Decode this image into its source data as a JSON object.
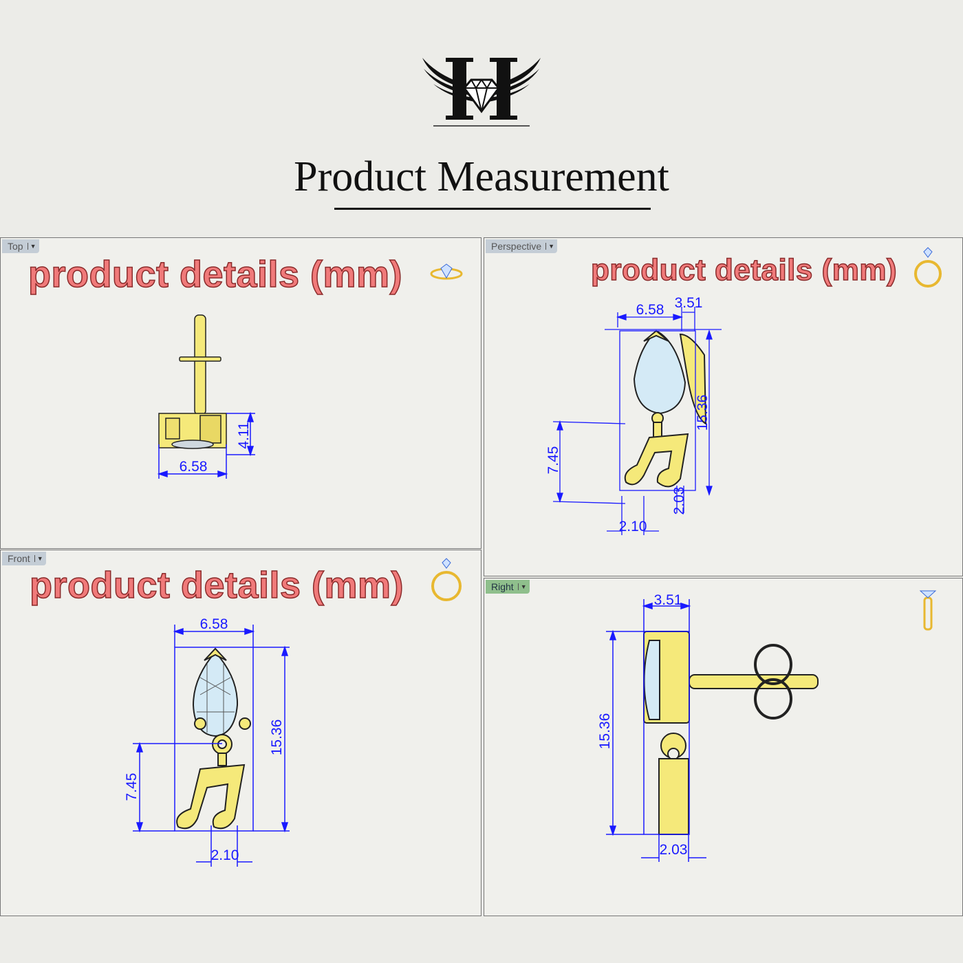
{
  "header": {
    "logo_alt": "H winged diamond logo",
    "title": "Product Measurement"
  },
  "colors": {
    "gold": "#f5e97a",
    "dimension": "#1a1aff",
    "title_text": "#f07a7a",
    "background": "#ecece8"
  },
  "viewports": {
    "top": {
      "tab_label": "Top",
      "title": "product details (mm)",
      "icon": "ring-side-icon",
      "dims": {
        "width": "6.58",
        "height": "4.11"
      }
    },
    "perspective": {
      "tab_label": "Perspective",
      "title": "product details (mm)",
      "icon": "ring-icon",
      "dims": {
        "width": "6.58",
        "depth": "3.51",
        "height": "15.36",
        "charm": "7.45",
        "ring": "2.10",
        "post": "2.03"
      }
    },
    "front": {
      "tab_label": "Front",
      "title": "product details (mm)",
      "icon": "ring-icon",
      "dims": {
        "width": "6.58",
        "height": "15.36",
        "charm": "7.45",
        "ring": "2.10"
      }
    },
    "right": {
      "tab_label": "Right",
      "icon": "ring-profile-icon",
      "dims": {
        "depth": "3.51",
        "height": "15.36",
        "charm": "2.03"
      }
    }
  }
}
